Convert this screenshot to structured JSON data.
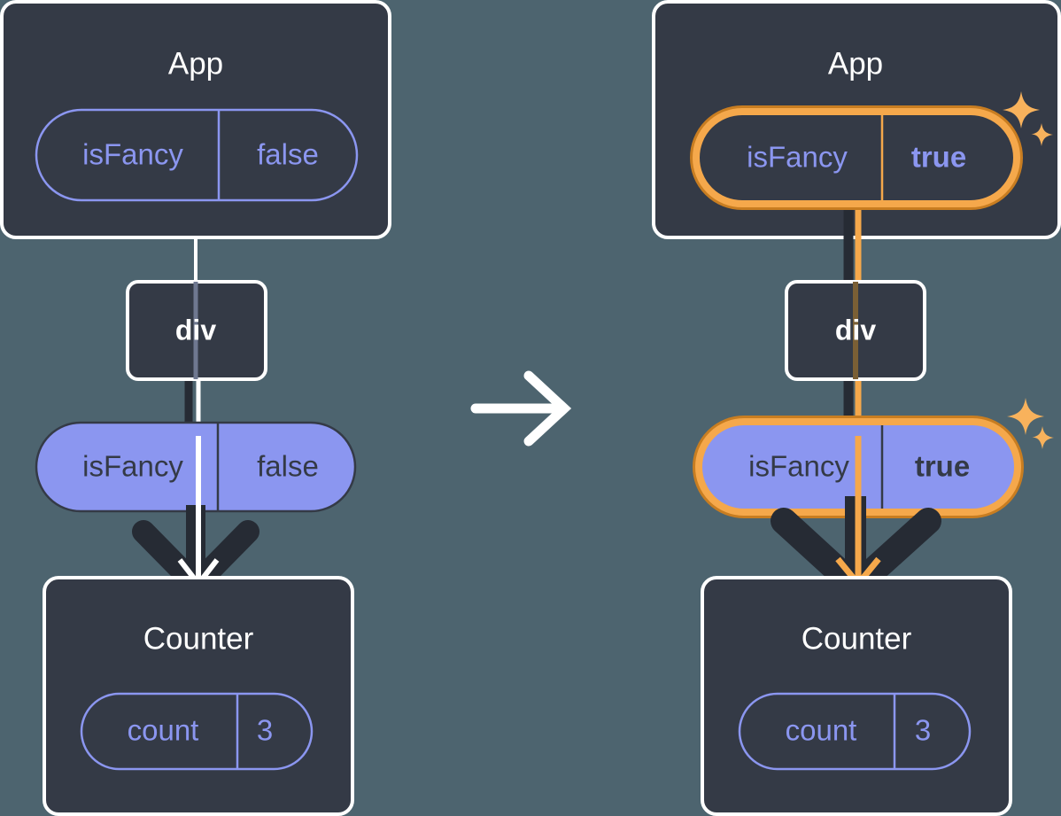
{
  "diagram": {
    "type": "react-state-tree-transition",
    "title_implicit": "Lifting state up — isFancy toggled",
    "background_color": "#4d646f",
    "colors": {
      "panel": "#343a46",
      "panel_border": "#ffffff",
      "pill_purple": "#8b96f0",
      "pill_outline_stroke": "#8b96f0",
      "arrow_dark": "#262b34",
      "arrow_white": "#ffffff",
      "highlight_outer": "#c87d21",
      "highlight_inner": "#f5a84b",
      "sparkle": "#f8b25c",
      "text_light": "#ffffff",
      "text_dark": "#343a46"
    },
    "transition_icon": "arrow-right-icon"
  },
  "panels": [
    {
      "id": "before",
      "side": "left",
      "highlighted": false,
      "app": {
        "label": "App",
        "state_pill": {
          "name": "isFancy",
          "value": "false",
          "style": "outline",
          "bold_value": false,
          "highlighted": false,
          "sparkle": false
        }
      },
      "div": {
        "label": "div"
      },
      "props_pill": {
        "name": "isFancy",
        "value": "false",
        "style": "solid",
        "bold_value": false,
        "highlighted": false,
        "sparkle": false
      },
      "counter": {
        "label": "Counter",
        "state_pill": {
          "name": "count",
          "value": "3",
          "style": "outline",
          "bold_value": false,
          "highlighted": false,
          "sparkle": false
        }
      },
      "connector_color": "#ffffff"
    },
    {
      "id": "after",
      "side": "right",
      "highlighted": true,
      "app": {
        "label": "App",
        "state_pill": {
          "name": "isFancy",
          "value": "true",
          "style": "outline",
          "bold_value": true,
          "highlighted": true,
          "sparkle": true
        }
      },
      "div": {
        "label": "div"
      },
      "props_pill": {
        "name": "isFancy",
        "value": "true",
        "style": "solid",
        "bold_value": true,
        "highlighted": true,
        "sparkle": true
      },
      "counter": {
        "label": "Counter",
        "state_pill": {
          "name": "count",
          "value": "3",
          "style": "outline",
          "bold_value": false,
          "highlighted": false,
          "sparkle": false
        }
      },
      "connector_color": "#f5a84b"
    }
  ]
}
